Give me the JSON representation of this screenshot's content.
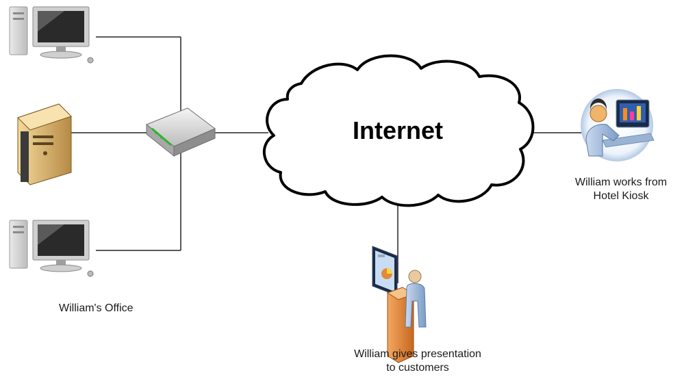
{
  "cloud": {
    "label": "Internet"
  },
  "labels": {
    "office": "William's Office",
    "kiosk_line1": "William works from",
    "kiosk_line2": "Hotel Kiosk",
    "presentation_line1": "William gives presentation",
    "presentation_line2": "to customers"
  },
  "icons": {
    "desktop": "desktop-computer-icon",
    "server": "server-tower-icon",
    "router": "network-switch-icon",
    "kiosk": "user-at-kiosk-icon",
    "presenter": "presenter-at-podium-icon"
  },
  "colors": {
    "line": "#222222",
    "cloud_fill": "#ffffff",
    "server": "#d8b878",
    "podium": "#e08a3a",
    "screen": "#1b2a45"
  }
}
